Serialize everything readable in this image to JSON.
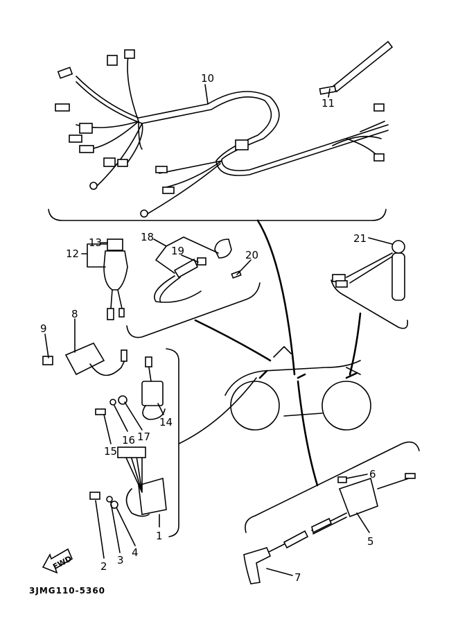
{
  "diagram": {
    "title_code": "3JMG110-5360",
    "fwd_label": "FWD",
    "callouts": {
      "p1": "1",
      "p2": "2",
      "p3": "3",
      "p4": "4",
      "p5": "5",
      "p6": "6",
      "p7": "7",
      "p8": "8",
      "p9": "9",
      "p10": "10",
      "p11": "11",
      "p12": "12",
      "p13": "13",
      "p14": "14",
      "p15": "15",
      "p16": "16",
      "p17": "17",
      "p18": "18",
      "p19": "19",
      "p20": "20",
      "p21": "21"
    }
  }
}
